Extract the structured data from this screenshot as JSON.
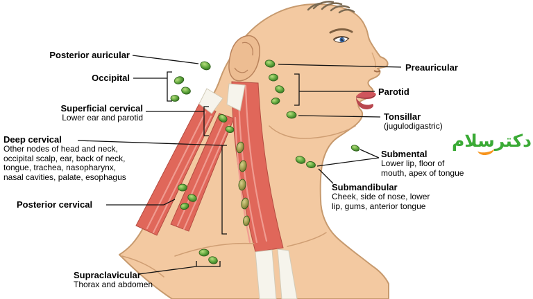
{
  "colors": {
    "skin": "#f3c9a1",
    "skin_outline": "#c79a6e",
    "muscle_red": "#e0675a",
    "muscle_stripe": "#f09b90",
    "tendon_white": "#f6f4ec",
    "node_green": "#57a339",
    "node_olive": "#9a9a50",
    "line_black": "#111111",
    "watermark_green": "#3aaa35",
    "watermark_orange": "#f7941d"
  },
  "watermark": {
    "text": "دکترسلام"
  },
  "labels": {
    "posterior_auricular": {
      "title": "Posterior auricular"
    },
    "occipital": {
      "title": "Occipital"
    },
    "superficial_cervical": {
      "title": "Superficial cervical",
      "desc": "Lower ear and parotid"
    },
    "deep_cervical": {
      "title": "Deep cervical",
      "desc": "Other nodes of head and neck,\noccipital scalp, ear, back of neck,\ntongue, trachea, nasopharynx,\nnasal cavities, palate, esophagus"
    },
    "posterior_cervical": {
      "title": "Posterior cervical"
    },
    "supraclavicular": {
      "title": "Supraclavicular",
      "desc": "Thorax and abdomen"
    },
    "preauricular": {
      "title": "Preauricular"
    },
    "parotid": {
      "title": "Parotid"
    },
    "tonsillar": {
      "title": "Tonsillar",
      "desc": "(jugulodigastric)"
    },
    "submental": {
      "title": "Submental",
      "desc": "Lower lip, floor of\nmouth, apex of tongue"
    },
    "submandibular": {
      "title": "Submandibular",
      "desc": "Cheek, side of nose, lower\nlip, gums, anterior tongue"
    }
  }
}
